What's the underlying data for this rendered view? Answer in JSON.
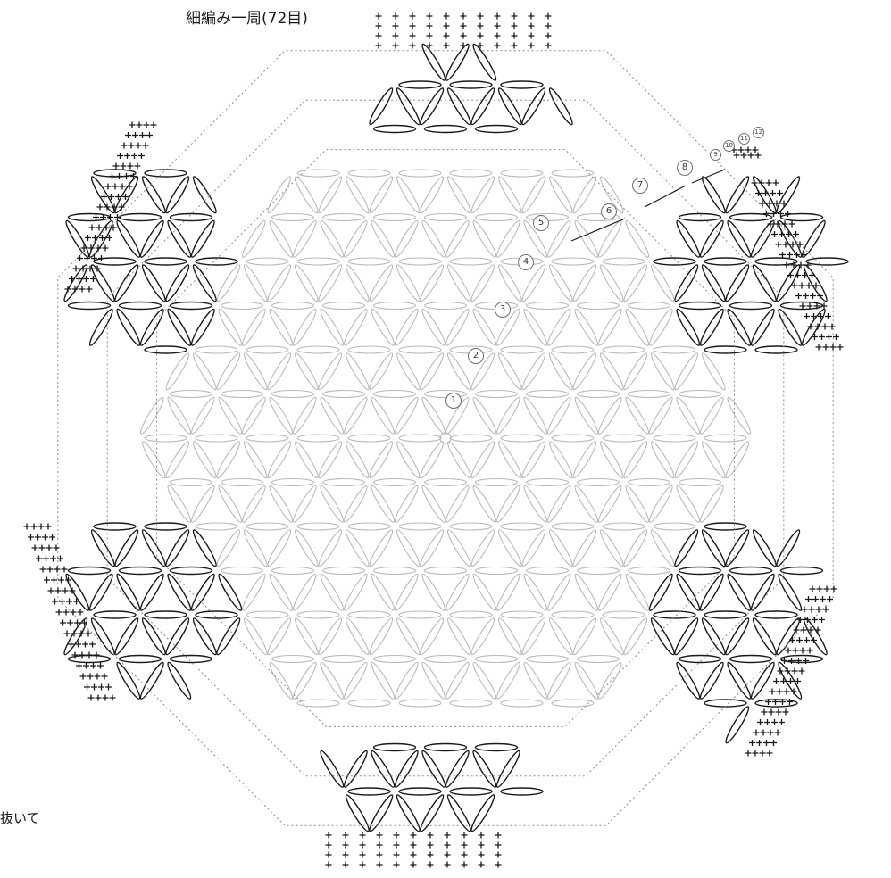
{
  "title": "細編み一周(72目)",
  "side_note": "抜いて",
  "rounds": [
    "1",
    "2",
    "3",
    "4",
    "5",
    "6",
    "7",
    "8",
    "9",
    "10",
    "11",
    "12"
  ],
  "colors": {
    "ink": "#1a1a1a",
    "light": "#b9b9b9",
    "dotted": "#8a8a8a"
  },
  "symbols": [
    "treble-crochet-symbol",
    "single-crochet-symbol",
    "chain-symbol"
  ]
}
